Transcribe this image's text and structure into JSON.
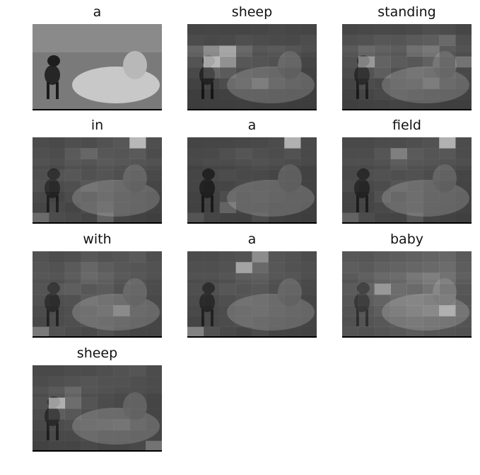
{
  "panels": [
    {
      "word": "a",
      "attention": null
    },
    {
      "word": "sheep",
      "attention": [
        [
          0.05,
          0.06,
          0.05,
          0.05,
          0.06,
          0.07,
          0.06,
          0.05
        ],
        [
          0.1,
          0.08,
          0.09,
          0.12,
          0.1,
          0.09,
          0.08,
          0.11
        ],
        [
          0.28,
          0.55,
          0.72,
          0.3,
          0.18,
          0.2,
          0.16,
          0.12
        ],
        [
          0.2,
          0.85,
          0.6,
          0.22,
          0.2,
          0.18,
          0.15,
          0.1
        ],
        [
          0.12,
          0.3,
          0.24,
          0.16,
          0.14,
          0.12,
          0.1,
          0.08
        ],
        [
          0.08,
          0.1,
          0.14,
          0.18,
          0.3,
          0.14,
          0.1,
          0.07
        ],
        [
          0.05,
          0.06,
          0.07,
          0.08,
          0.07,
          0.06,
          0.05,
          0.05
        ],
        [
          0.04,
          0.05,
          0.05,
          0.06,
          0.05,
          0.05,
          0.04,
          0.04
        ]
      ]
    },
    {
      "word": "standing",
      "attention": [
        [
          0.06,
          0.07,
          0.08,
          0.07,
          0.09,
          0.12,
          0.1,
          0.06
        ],
        [
          0.12,
          0.14,
          0.18,
          0.16,
          0.2,
          0.22,
          0.3,
          0.12
        ],
        [
          0.2,
          0.3,
          0.25,
          0.22,
          0.35,
          0.4,
          0.2,
          0.15
        ],
        [
          0.18,
          0.65,
          0.3,
          0.24,
          0.22,
          0.28,
          0.18,
          0.4
        ],
        [
          0.14,
          0.2,
          0.26,
          0.18,
          0.22,
          0.2,
          0.16,
          0.12
        ],
        [
          0.1,
          0.14,
          0.12,
          0.16,
          0.18,
          0.28,
          0.14,
          0.1
        ],
        [
          0.08,
          0.1,
          0.12,
          0.14,
          0.12,
          0.1,
          0.09,
          0.08
        ],
        [
          0.06,
          0.07,
          0.08,
          0.09,
          0.08,
          0.07,
          0.06,
          0.06
        ]
      ]
    },
    {
      "word": "in",
      "attention": [
        [
          0.1,
          0.08,
          0.12,
          0.1,
          0.14,
          0.18,
          0.85,
          0.12
        ],
        [
          0.12,
          0.1,
          0.2,
          0.28,
          0.18,
          0.16,
          0.2,
          0.1
        ],
        [
          0.14,
          0.12,
          0.18,
          0.16,
          0.2,
          0.18,
          0.16,
          0.14
        ],
        [
          0.16,
          0.2,
          0.22,
          0.18,
          0.2,
          0.16,
          0.14,
          0.12
        ],
        [
          0.18,
          0.14,
          0.16,
          0.22,
          0.18,
          0.14,
          0.12,
          0.1
        ],
        [
          0.12,
          0.1,
          0.14,
          0.12,
          0.16,
          0.12,
          0.1,
          0.08
        ],
        [
          0.1,
          0.12,
          0.1,
          0.14,
          0.2,
          0.12,
          0.1,
          0.08
        ],
        [
          0.35,
          0.14,
          0.12,
          0.1,
          0.28,
          0.1,
          0.08,
          0.06
        ]
      ]
    },
    {
      "word": "a",
      "attention": [
        [
          0.05,
          0.06,
          0.06,
          0.07,
          0.08,
          0.1,
          0.8,
          0.08
        ],
        [
          0.07,
          0.08,
          0.12,
          0.16,
          0.12,
          0.1,
          0.14,
          0.08
        ],
        [
          0.08,
          0.1,
          0.1,
          0.12,
          0.14,
          0.12,
          0.1,
          0.08
        ],
        [
          0.1,
          0.12,
          0.14,
          0.12,
          0.12,
          0.1,
          0.09,
          0.08
        ],
        [
          0.1,
          0.09,
          0.1,
          0.12,
          0.11,
          0.1,
          0.09,
          0.08
        ],
        [
          0.08,
          0.08,
          0.14,
          0.1,
          0.12,
          0.09,
          0.08,
          0.07
        ],
        [
          0.07,
          0.08,
          0.3,
          0.1,
          0.1,
          0.08,
          0.07,
          0.06
        ],
        [
          0.2,
          0.1,
          0.08,
          0.07,
          0.15,
          0.07,
          0.06,
          0.05
        ]
      ]
    },
    {
      "word": "field",
      "attention": [
        [
          0.08,
          0.08,
          0.1,
          0.1,
          0.12,
          0.14,
          0.8,
          0.1
        ],
        [
          0.1,
          0.1,
          0.16,
          0.45,
          0.2,
          0.16,
          0.18,
          0.1
        ],
        [
          0.12,
          0.12,
          0.14,
          0.22,
          0.18,
          0.16,
          0.14,
          0.12
        ],
        [
          0.12,
          0.16,
          0.18,
          0.16,
          0.18,
          0.14,
          0.12,
          0.1
        ],
        [
          0.14,
          0.12,
          0.14,
          0.2,
          0.16,
          0.12,
          0.1,
          0.09
        ],
        [
          0.1,
          0.1,
          0.18,
          0.12,
          0.16,
          0.11,
          0.1,
          0.08
        ],
        [
          0.09,
          0.1,
          0.12,
          0.14,
          0.16,
          0.1,
          0.09,
          0.08
        ],
        [
          0.3,
          0.14,
          0.1,
          0.09,
          0.22,
          0.09,
          0.08,
          0.06
        ]
      ]
    },
    {
      "word": "with",
      "attention": [
        [
          0.14,
          0.1,
          0.12,
          0.18,
          0.14,
          0.16,
          0.2,
          0.12
        ],
        [
          0.16,
          0.14,
          0.2,
          0.28,
          0.22,
          0.18,
          0.16,
          0.14
        ],
        [
          0.18,
          0.16,
          0.22,
          0.3,
          0.26,
          0.2,
          0.18,
          0.14
        ],
        [
          0.2,
          0.24,
          0.26,
          0.22,
          0.24,
          0.18,
          0.16,
          0.14
        ],
        [
          0.18,
          0.16,
          0.18,
          0.24,
          0.2,
          0.16,
          0.14,
          0.12
        ],
        [
          0.14,
          0.14,
          0.16,
          0.18,
          0.22,
          0.4,
          0.14,
          0.12
        ],
        [
          0.12,
          0.14,
          0.16,
          0.18,
          0.16,
          0.14,
          0.12,
          0.1
        ],
        [
          0.45,
          0.18,
          0.14,
          0.12,
          0.18,
          0.12,
          0.1,
          0.1
        ]
      ]
    },
    {
      "word": "a",
      "attention": [
        [
          0.1,
          0.1,
          0.12,
          0.14,
          0.55,
          0.16,
          0.14,
          0.1
        ],
        [
          0.12,
          0.12,
          0.14,
          0.7,
          0.3,
          0.18,
          0.14,
          0.12
        ],
        [
          0.14,
          0.14,
          0.16,
          0.22,
          0.24,
          0.18,
          0.16,
          0.12
        ],
        [
          0.16,
          0.18,
          0.22,
          0.2,
          0.22,
          0.16,
          0.14,
          0.12
        ],
        [
          0.14,
          0.14,
          0.16,
          0.2,
          0.18,
          0.14,
          0.12,
          0.1
        ],
        [
          0.12,
          0.12,
          0.14,
          0.16,
          0.18,
          0.14,
          0.12,
          0.1
        ],
        [
          0.1,
          0.12,
          0.14,
          0.16,
          0.14,
          0.12,
          0.1,
          0.09
        ],
        [
          0.5,
          0.18,
          0.12,
          0.1,
          0.14,
          0.1,
          0.09,
          0.08
        ]
      ]
    },
    {
      "word": "baby",
      "attention": [
        [
          0.18,
          0.16,
          0.2,
          0.22,
          0.24,
          0.26,
          0.28,
          0.2
        ],
        [
          0.22,
          0.2,
          0.24,
          0.26,
          0.28,
          0.3,
          0.32,
          0.22
        ],
        [
          0.2,
          0.24,
          0.3,
          0.32,
          0.4,
          0.45,
          0.36,
          0.24
        ],
        [
          0.24,
          0.3,
          0.65,
          0.36,
          0.34,
          0.4,
          0.3,
          0.22
        ],
        [
          0.22,
          0.26,
          0.3,
          0.34,
          0.36,
          0.32,
          0.34,
          0.2
        ],
        [
          0.2,
          0.22,
          0.26,
          0.3,
          0.34,
          0.38,
          0.7,
          0.22
        ],
        [
          0.18,
          0.2,
          0.22,
          0.24,
          0.26,
          0.24,
          0.22,
          0.2
        ],
        [
          0.2,
          0.18,
          0.2,
          0.22,
          0.24,
          0.22,
          0.2,
          0.18
        ]
      ]
    },
    {
      "word": "sheep",
      "attention": [
        [
          0.08,
          0.08,
          0.1,
          0.1,
          0.12,
          0.14,
          0.16,
          0.1
        ],
        [
          0.1,
          0.12,
          0.14,
          0.16,
          0.14,
          0.14,
          0.12,
          0.1
        ],
        [
          0.14,
          0.2,
          0.3,
          0.16,
          0.14,
          0.12,
          0.12,
          0.1
        ],
        [
          0.18,
          0.8,
          0.36,
          0.2,
          0.14,
          0.12,
          0.12,
          0.1
        ],
        [
          0.14,
          0.26,
          0.22,
          0.16,
          0.14,
          0.14,
          0.12,
          0.1
        ],
        [
          0.12,
          0.14,
          0.16,
          0.18,
          0.2,
          0.22,
          0.14,
          0.1
        ],
        [
          0.1,
          0.12,
          0.12,
          0.14,
          0.12,
          0.12,
          0.1,
          0.1
        ],
        [
          0.08,
          0.1,
          0.1,
          0.12,
          0.1,
          0.1,
          0.12,
          0.4
        ]
      ]
    }
  ]
}
